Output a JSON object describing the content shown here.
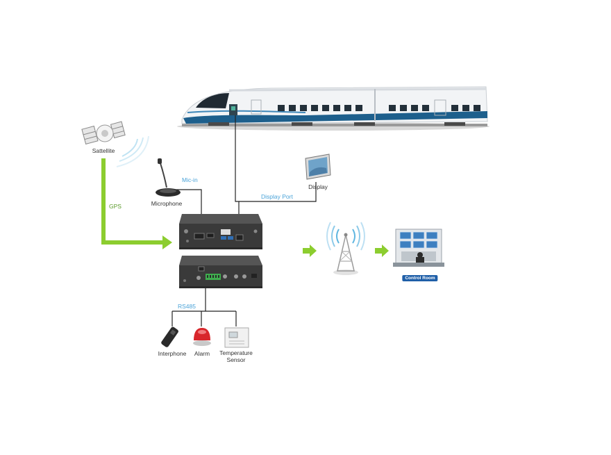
{
  "nodes": {
    "satellite": "Sattellite",
    "microphone": "Microphone",
    "display": "Display",
    "interphone": "Interphone",
    "alarm": "Alarm",
    "temp_sensor_line1": "Temperature",
    "temp_sensor_line2": "Sensor",
    "control_room": "Control Room"
  },
  "links": {
    "gps": "GPS",
    "mic_in": "Mic-in",
    "display_port": "Display Port",
    "rs485": "RS485"
  },
  "colors": {
    "gps_link": "#8ccd2f",
    "arrow": "#8ccd2f",
    "label_blue": "#4aa3d8",
    "device_body": "#3a3a3a",
    "train_blue": "#1d5f8c"
  }
}
